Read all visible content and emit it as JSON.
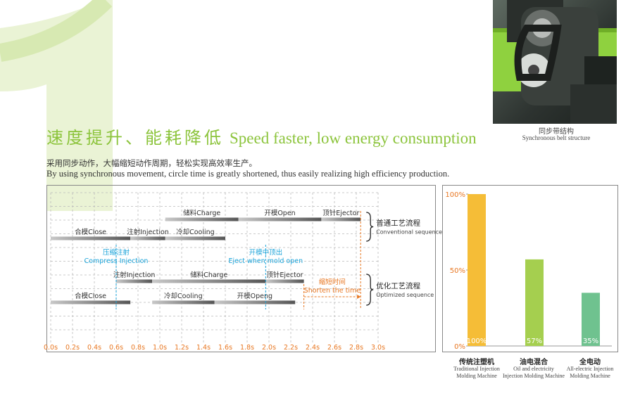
{
  "photo": {
    "caption_cn": "同步带结构",
    "caption_en": "Synchronous belt structure"
  },
  "title": {
    "cn": "速度提升、能耗降低",
    "en": "Speed faster, low energy consumption"
  },
  "description": {
    "cn": "采用同步动作，大幅缩短动作周期，轻松实现高效率生产。",
    "en": "By using synchronous movement, circle time is greatly shortened, thus easily realizing high efficiency production."
  },
  "colors": {
    "accent_green": "#8cc43c",
    "orange": "#e87722",
    "cyan": "#1aa3d9",
    "bar_yellow": "#f5bd37",
    "bar_green": "#a5cf4f",
    "bar_teal": "#6fc28f"
  },
  "chart_data": [
    {
      "type": "gantt",
      "x_ticks": [
        "0.0s",
        "0.2s",
        "0.4s",
        "0.6s",
        "0.8s",
        "1.0s",
        "1.2s",
        "1.4s",
        "1.6s",
        "1.8s",
        "2.0s",
        "2.2s",
        "2.4s",
        "2.6s",
        "2.8s",
        "3.0s"
      ],
      "xlim": [
        0,
        3.0
      ],
      "groups": [
        {
          "name_cn": "普通工艺流程",
          "name_en": "Conventional sequence",
          "rows": [
            [
              {
                "label": "储料Charge",
                "start": 1.05,
                "end": 1.72
              },
              {
                "label": "开模Open",
                "start": 1.72,
                "end": 2.48
              },
              {
                "label": "顶针Ejector",
                "start": 2.48,
                "end": 2.84
              }
            ],
            [
              {
                "label": "合模Close",
                "start": 0.0,
                "end": 0.73
              },
              {
                "label": "注射Injection",
                "start": 0.73,
                "end": 1.05
              },
              {
                "label": "冷却Cooling",
                "start": 1.05,
                "end": 1.6
              }
            ]
          ]
        },
        {
          "name_cn": "优化工艺流程",
          "name_en": "Optimized sequence",
          "rows": [
            [
              {
                "label": "注射Injection",
                "start": 0.6,
                "end": 0.93
              },
              {
                "label": "储料Charge",
                "start": 0.93,
                "end": 1.97
              },
              {
                "label": "顶针Ejector",
                "start": 1.97,
                "end": 2.32
              }
            ],
            [
              {
                "label": "合模Close",
                "start": 0.0,
                "end": 0.73
              },
              {
                "label": "冷却Cooling",
                "start": 0.93,
                "end": 1.5
              },
              {
                "label": "开模Openg",
                "start": 1.5,
                "end": 2.24
              }
            ]
          ]
        }
      ],
      "annotations": [
        {
          "cn": "压缩注射",
          "en": "Compress Injection",
          "x": 0.6
        },
        {
          "cn": "开模中顶出",
          "en": "Eject when mold open",
          "x": 1.97
        },
        {
          "cn": "缩短时间",
          "en": "Shorten the time",
          "x_start": 2.32,
          "x_end": 2.84
        }
      ]
    },
    {
      "type": "bar",
      "categories": [
        {
          "cn": "传统注塑机",
          "en": "Traditional Injection Molding Machine"
        },
        {
          "cn": "油电混合",
          "en": "Oil and electricity Injection Molding Machine"
        },
        {
          "cn": "全电动",
          "en": "All-electric Injection Molding Machine"
        }
      ],
      "values": [
        100,
        57,
        35
      ],
      "value_labels": [
        "100%",
        "57%",
        "35%"
      ],
      "y_ticks": [
        "0%",
        "50%",
        "100%"
      ],
      "ylim": [
        0,
        100
      ]
    }
  ]
}
